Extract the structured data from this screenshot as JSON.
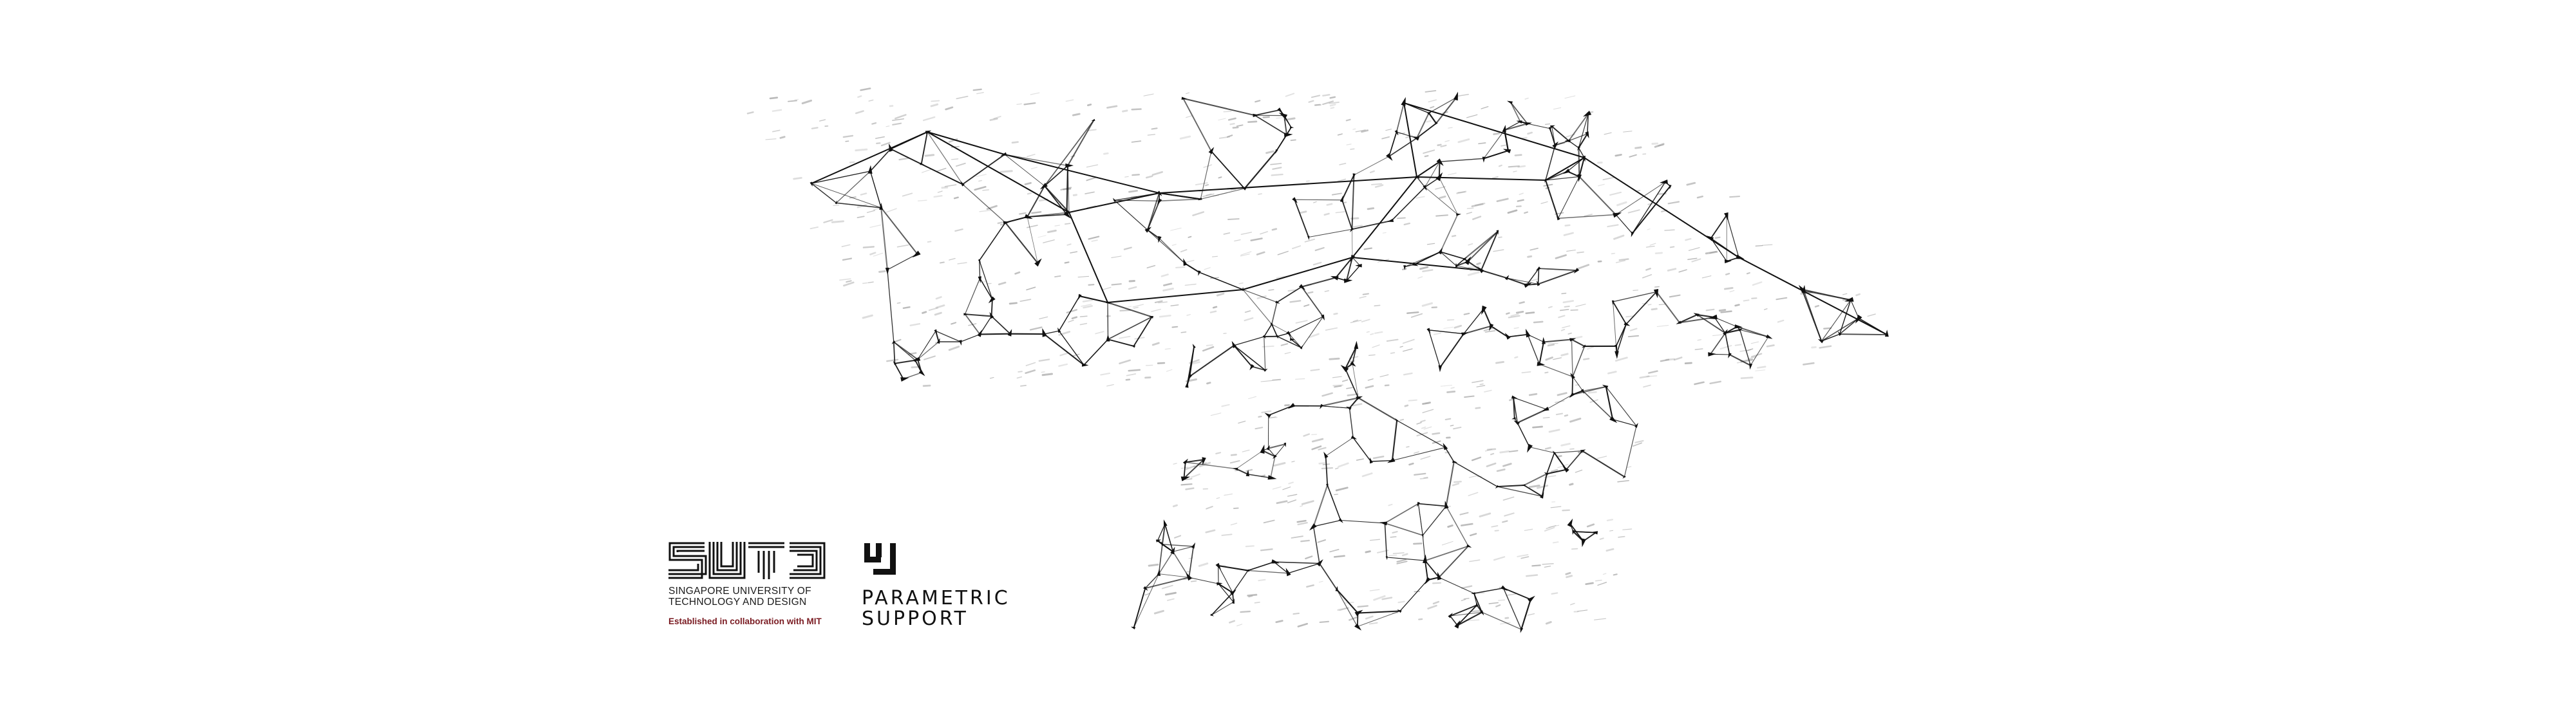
{
  "artwork": {
    "subject": "network-graph-visualization",
    "stroke_color": "#111111",
    "scatter_color": "#9a9a9a",
    "background_color": "#ffffff"
  },
  "sutd": {
    "wordmark": "SUTD",
    "name_line_1": "SINGAPORE UNIVERSITY OF",
    "name_line_2": "TECHNOLOGY AND DESIGN",
    "tagline": "Established in collaboration with MIT",
    "tagline_color": "#7a1b22"
  },
  "parametric_support": {
    "line_1": "PARAMETRIC",
    "line_2": "SUPPORT"
  }
}
